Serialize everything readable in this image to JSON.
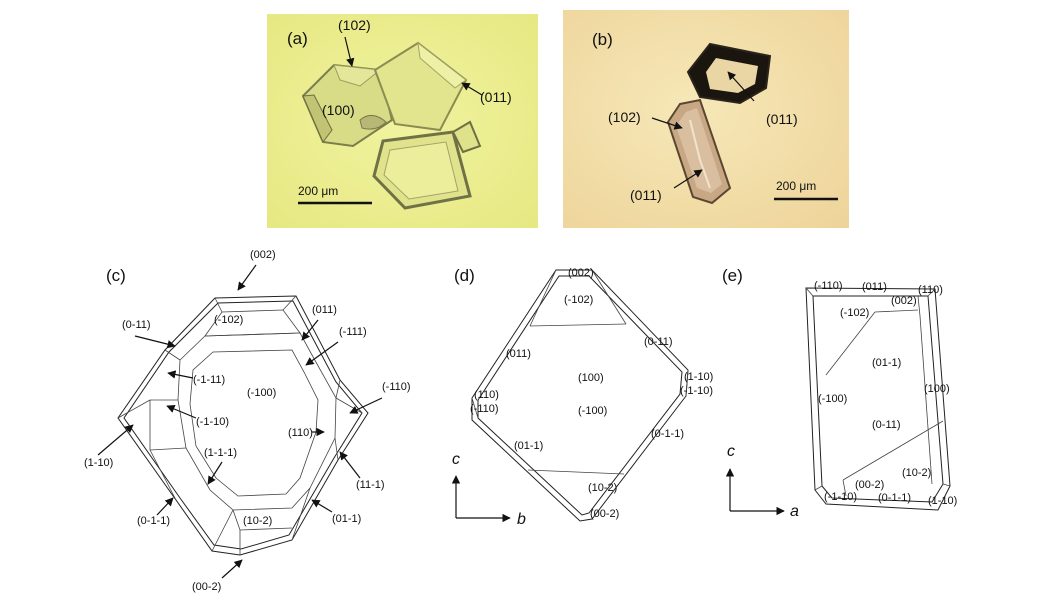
{
  "panels": {
    "a": {
      "letter": "(a)",
      "face_102": "(102)",
      "face_100": "(100)",
      "face_011": "(011)",
      "scale_label": "200 μm",
      "background": "#ecee92"
    },
    "b": {
      "letter": "(b)",
      "face_102": "(102)",
      "face_011_top": "(011)",
      "face_011_bottom": "(011)",
      "scale_label": "200 μm",
      "background": "#f2e0a8"
    },
    "c": {
      "letter": "(c)",
      "labels": {
        "p002": "(002)",
        "p0m11": "(0-11)",
        "p011": "(011)",
        "pm102": "(-102)",
        "pm111": "(-111)",
        "pm1m11": "(-1-11)",
        "pm100": "(-100)",
        "pm110": "(-110)",
        "pm1m10": "(-1-10)",
        "p110": "(110)",
        "p1m10": "(1-10)",
        "p1m1m1": "(1-1-1)",
        "p11m1": "(11-1)",
        "p0m1m1": "(0-1-1)",
        "p10m2": "(10-2)",
        "p01m1": "(01-1)",
        "p00m2": "(00-2)"
      }
    },
    "d": {
      "letter": "(d)",
      "labels": {
        "p002": "(002)",
        "pm102": "(-102)",
        "p011": "(011)",
        "p0m11": "(0-11)",
        "p100": "(100)",
        "pm100": "(-100)",
        "p110": "(110)",
        "pm110": "(-110)",
        "p1m10": "(1-10)",
        "pm1m10": "(-1-10)",
        "p01m1": "(01-1)",
        "p0m1m1": "(0-1-1)",
        "p10m2": "(10-2)",
        "p00m2": "(00-2)"
      },
      "axis_vertical": "c",
      "axis_horizontal": "b"
    },
    "e": {
      "letter": "(e)",
      "labels": {
        "pm110": "(-110)",
        "p011": "(011)",
        "p110": "(110)",
        "p002": "(002)",
        "pm102": "(-102)",
        "p01m1": "(01-1)",
        "pm100": "(-100)",
        "p100": "(100)",
        "p0m11": "(0-11)",
        "p10m2": "(10-2)",
        "p00m2": "(00-2)",
        "pm1m10": "(-1-10)",
        "p0m1m1": "(0-1-1)",
        "p1m10": "(1-10)"
      },
      "axis_vertical": "c",
      "axis_horizontal": "a"
    }
  }
}
